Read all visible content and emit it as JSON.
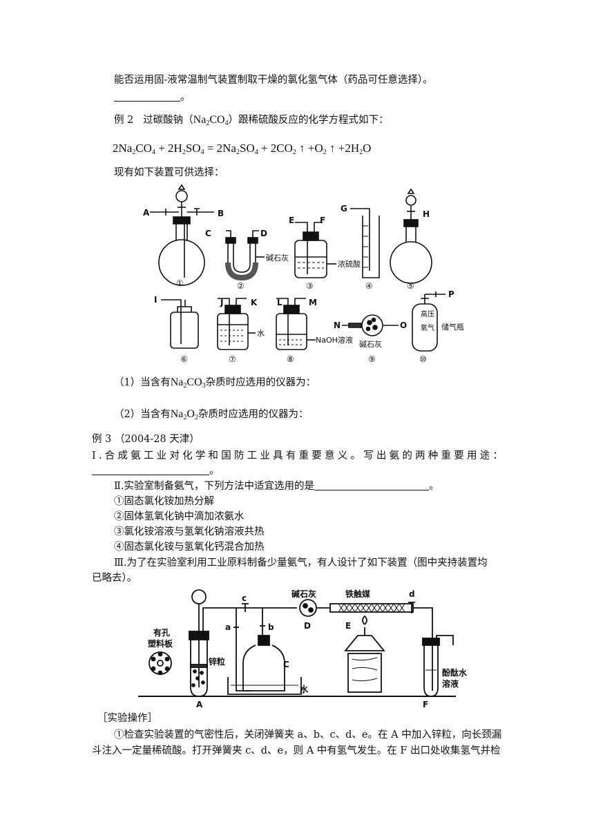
{
  "lines": {
    "l1": "能否运用固-液常温制气装置制取干燥的氯化氢气体（药品可任意选择）。",
    "l2_end": "。",
    "ex2_label": "例 2",
    "ex2_text_a": "过碳酸钠（",
    "ex2_formula": "Na₂CO₄",
    "ex2_text_b": "）跟稀硫酸反应的化学方程式如下：",
    "equation": "2Na₂CO₄ + 2H₂SO₄ = 2Na₂SO₄ + 2CO₂↑+O₂↑+2H₂O",
    "devices_intro": "现有如下装置可供选择：",
    "q1_a": "（1）当含有",
    "q1_formula": "Na₂CO₃",
    "q1_b": "杂质时应选用的仪器为：",
    "q2_a": "（2）当含有",
    "q2_formula": "Na₂O₂",
    "q2_b": "杂质时应选用的仪器为：",
    "ex3": "例 3 （2004-28 天津）",
    "part1": "Ⅰ.合成氨工业对化学和国防工业具有重要意义。写出氨的两种重要用途：",
    "part1_end": "。",
    "part2_a": "Ⅱ.实验室制备氨气，下列方法中适宜选用的是",
    "part2_end": "。",
    "opt1": "①固态氯化铵加热分解",
    "opt2": "②固体氢氧化钠中滴加浓氨水",
    "opt3": "③氯化铵溶液与氢氧化钠溶液共热",
    "opt4": "④固态氯化铵与氢氧化钙混合加热",
    "part3_line1": "Ⅲ.为了在实验室利用工业原料制备少量氨气，有人设计了如下装置（图中夹持装置均",
    "part3_line2": "已略去）。",
    "op_header": "［实验操作］",
    "op1_line1": "①检查实验装置的气密性后，关闭弹簧夹 a、b、c、d、e。在 A 中加入锌粒，向长颈漏",
    "op1_line2": "斗注入一定量稀硫酸。打开弹簧夹 c、d、e，则 A 中有氢气发生。在 F 出口处收集氢气并检"
  },
  "figure1": {
    "labels": {
      "A": "A",
      "B": "B",
      "C": "C",
      "D": "D",
      "E": "E",
      "F": "F",
      "G": "G",
      "H": "H",
      "I": "I",
      "J": "J",
      "K": "K",
      "L": "L",
      "M": "M",
      "N": "N",
      "O": "O",
      "P": "P",
      "soda_lime": "碱石灰",
      "conc_h2so4": "浓硫酸",
      "water": "水",
      "naoh": "NaOH溶液",
      "soda_lime2": "碱石灰",
      "cyl_text": "高压氧气",
      "cyl_label": "储气瓶",
      "n1": "①",
      "n2": "②",
      "n3": "③",
      "n4": "④",
      "n5": "⑤",
      "n6": "⑥",
      "n7": "⑦",
      "n8": "⑧",
      "n9": "⑨",
      "n10": "⑩"
    }
  },
  "figure2": {
    "labels": {
      "soda_lime": "碱石灰",
      "catalyst": "铁触媒",
      "c": "c",
      "d": "d",
      "a": "a",
      "b": "b",
      "D": "D",
      "E": "E",
      "C": "C",
      "A": "A",
      "F": "F",
      "board1": "有孔",
      "board2": "塑料板",
      "zinc": "锌粒",
      "water": "水",
      "phen1": "酚酞水",
      "phen2": "溶液"
    }
  }
}
